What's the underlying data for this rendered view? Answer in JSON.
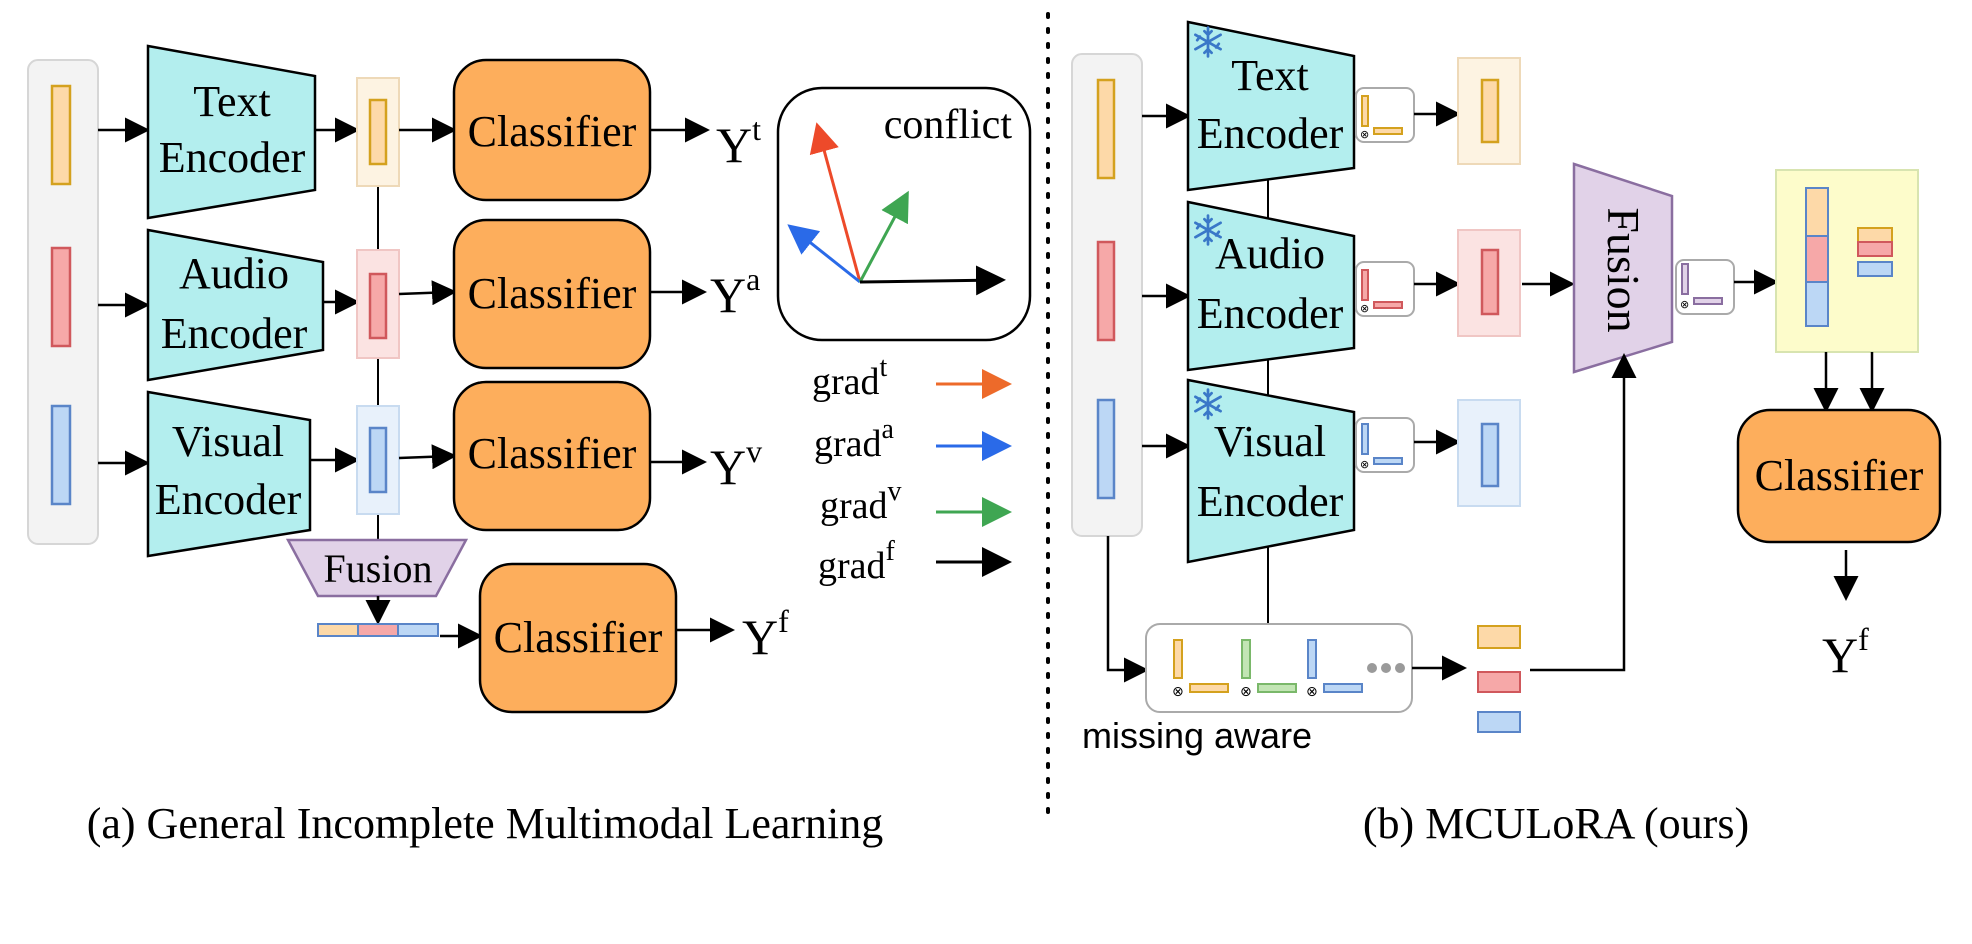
{
  "left_panel": {
    "encoders": {
      "text": [
        "Text",
        "Encoder"
      ],
      "audio": [
        "Audio",
        "Encoder"
      ],
      "visual": [
        "Visual",
        "Encoder"
      ]
    },
    "classifier_label": "Classifier",
    "outputs": {
      "t": "t",
      "a": "a",
      "v": "v",
      "f": "f",
      "base": "Y"
    },
    "fusion_label": "Fusion",
    "conflict_label": "conflict",
    "grads": [
      {
        "base": "grad",
        "sup": "t",
        "color": "#ed6a2a"
      },
      {
        "base": "grad",
        "sup": "a",
        "color": "#2a6ae8"
      },
      {
        "base": "grad",
        "sup": "v",
        "color": "#3fa652"
      },
      {
        "base": "grad",
        "sup": "f",
        "color": "#000000"
      }
    ],
    "caption": "(a) General Incomplete Multimodal Learning"
  },
  "right_panel": {
    "encoders": {
      "text": [
        "Text",
        "Encoder"
      ],
      "audio": [
        "Audio",
        "Encoder"
      ],
      "visual": [
        "Visual",
        "Encoder"
      ]
    },
    "fusion_label": "Fusion",
    "classifier_label": "Classifier",
    "output": {
      "base": "Y",
      "sup": "f"
    },
    "missing_aware_label": "missing aware",
    "caption": "(b) MCULoRA (ours)"
  },
  "colors": {
    "encoder_fill": "#b3eeee",
    "classifier_fill": "#fdae5c",
    "fusion_fill": "#e1d2e8",
    "text_modality": "#fdd9a8",
    "audio_modality": "#f6a8a8",
    "visual_modality": "#bcd7f5",
    "lora_green": "#c2e5b4",
    "fused_panel": "#fdfccb"
  },
  "icons": [
    "snowflake-icon",
    "ellipsis-icon",
    "arrow-icon"
  ]
}
